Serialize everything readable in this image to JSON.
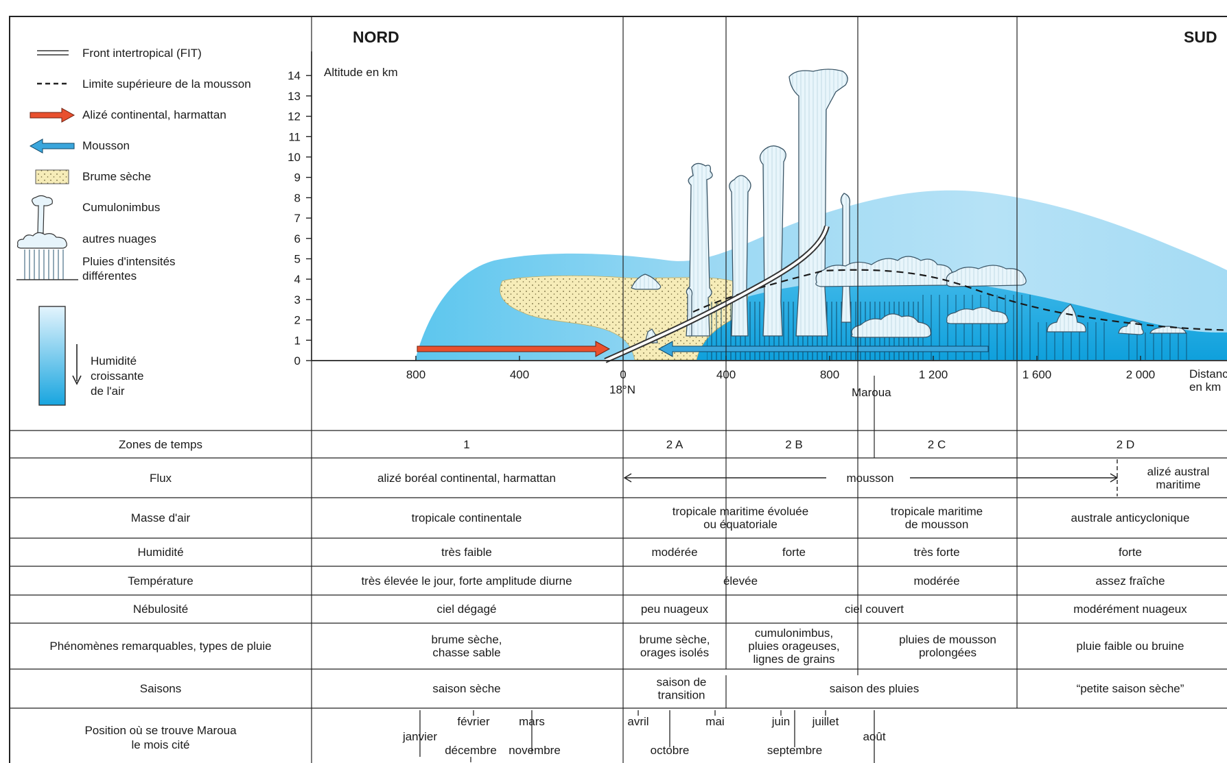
{
  "headers": {
    "north": "NORD",
    "south": "SUD"
  },
  "legend": {
    "fit": "Front intertropical (FIT)",
    "monsoon_limit": "Limite supérieure de la mousson",
    "harmattan": "Alizé continental, harmattan",
    "monsoon": "Mousson",
    "dry_haze": "Brume sèche",
    "cumulonimbus": "Cumulonimbus",
    "other_clouds": "autres nuages",
    "rain_line1": "Pluies d'intensités",
    "rain_line2": "différentes",
    "humidity_line1": "Humidité",
    "humidity_line2": "croissante",
    "humidity_line3": "de l'air"
  },
  "colors": {
    "harmattan_arrow": "#e8502e",
    "monsoon_arrow": "#3aa6dc",
    "humid_air_light": "#d6eefb",
    "humid_air_dark": "#1aa7e0",
    "dry_haze": "#f6ecb8",
    "cloud": "#e6f4fb"
  },
  "axes": {
    "altitude_label": "Altitude en km",
    "altitude_ticks": [
      "0",
      "1",
      "2",
      "3",
      "4",
      "5",
      "6",
      "7",
      "8",
      "9",
      "10",
      "11",
      "12",
      "13",
      "14"
    ],
    "distance_ticks": [
      "800",
      "400",
      "0",
      "400",
      "800",
      "1 200",
      "1 600",
      "2 000"
    ],
    "distance_label_line1": "Distance",
    "distance_label_line2": "en km",
    "latitude_label": "18°N",
    "town_label": "Maroua"
  },
  "table": {
    "rows": [
      {
        "label": "Zones de temps",
        "cells": [
          "1",
          "2 A",
          "2 B",
          "2 C",
          "2 D"
        ]
      },
      {
        "label": "Flux",
        "cells": [
          "alizé boréal continental, harmattan",
          "mousson",
          "alizé austral|maritime"
        ]
      },
      {
        "label": "Masse d'air",
        "cells": [
          "tropicale continentale",
          "tropicale maritime évoluée|ou équatoriale",
          "tropicale maritime|de mousson",
          "australe anticyclonique"
        ]
      },
      {
        "label": "Humidité",
        "cells": [
          "très faible",
          "modérée",
          "forte",
          "très forte",
          "forte"
        ]
      },
      {
        "label": "Température",
        "cells": [
          "très élevée le jour, forte amplitude diurne",
          "élevée",
          "modérée",
          "assez fraîche"
        ]
      },
      {
        "label": "Nébulosité",
        "cells": [
          "ciel dégagé",
          "peu nuageux",
          "ciel couvert",
          "modérément nuageux"
        ]
      },
      {
        "label": "Phénomènes remarquables, types de pluie",
        "cells": [
          "brume sèche,|chasse sable",
          "brume sèche,|orages isolés",
          "cumulonimbus,|pluies orageuses,|lignes de grains",
          "pluies de mousson|prolongées",
          "pluie faible ou bruine"
        ]
      },
      {
        "label": "Saisons",
        "cells": [
          "saison sèche",
          "saison de|transition",
          "saison des pluies",
          "“petite saison sèche”"
        ]
      }
    ],
    "position_row": {
      "label_line1": "Position où se trouve Maroua",
      "label_line2": "le mois cité",
      "months": [
        "janvier",
        "février",
        "décembre",
        "mars",
        "novembre",
        "avril",
        "octobre",
        "mai",
        "juin",
        "septembre",
        "juillet",
        "août"
      ]
    }
  }
}
